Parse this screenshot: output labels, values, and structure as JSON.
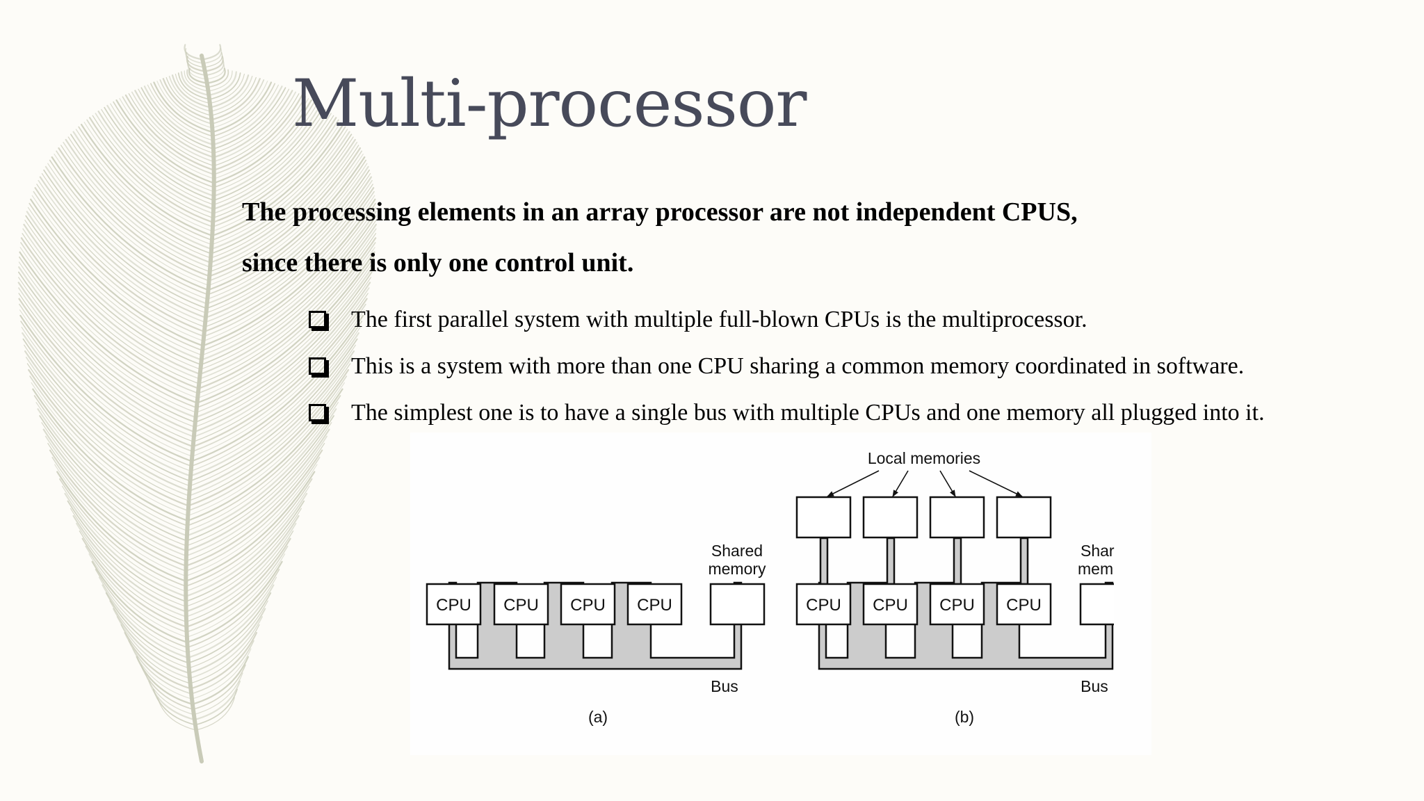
{
  "slide": {
    "title": "Multi-processor",
    "intro_line_1": "The processing elements in an array processor are not independent CPUS,",
    "intro_line_2": "since there is only one control unit.",
    "bullets": [
      "The first parallel system with multiple full-blown CPUs is the multiprocessor.",
      "This is a system with more than one CPU sharing a common memory coordinated in software.",
      "The simplest one is to have a single bus with multiple CPUs and one memory all plugged into it."
    ]
  },
  "figure": {
    "panel_a": {
      "cpu_labels": [
        "CPU",
        "CPU",
        "CPU",
        "CPU"
      ],
      "shared_memory_line1": "Shared",
      "shared_memory_line2": "memory",
      "bus_label": "Bus",
      "caption": "(a)"
    },
    "panel_b": {
      "local_memories_label": "Local memories",
      "cpu_labels": [
        "CPU",
        "CPU",
        "CPU",
        "CPU"
      ],
      "shared_memory_line1": "Shar",
      "shared_memory_line2": "mem",
      "bus_label": "Bus",
      "caption": "(b)"
    }
  },
  "colors": {
    "background": "#fdfcf8",
    "title": "#474a5a",
    "feather": "#c9cbb8",
    "bus_fill": "#cccccc"
  }
}
